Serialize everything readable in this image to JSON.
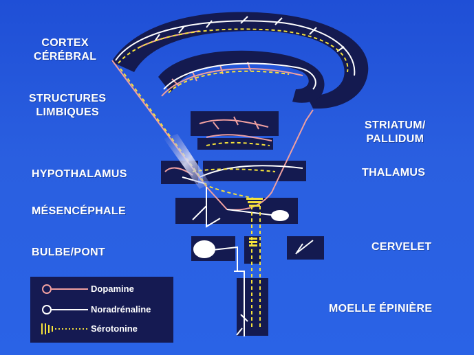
{
  "labels": {
    "cortex": "CORTEX\nCÉRÉBRAL",
    "limbic": "STRUCTURES\nLIMBIQUES",
    "hypothalamus": "HYPOTHALAMUS",
    "mesencephale": "MÉSENCÉPHALE",
    "bulbe_pont": "BULBE/PONT",
    "striatum": "STRIATUM/\nPALLIDUM",
    "thalamus": "THALAMUS",
    "cervelet": "CERVELET",
    "moelle": "MOELLE ÉPINIÈRE"
  },
  "legend": [
    {
      "name": "Dopamine",
      "color": "#f0a0a0",
      "style": "circle-line"
    },
    {
      "name": "Noradrénaline",
      "color": "#ffffff",
      "style": "circle-line"
    },
    {
      "name": "Sérotonine",
      "color": "#f5e23a",
      "style": "bars-dotted"
    }
  ],
  "colors": {
    "background": "#2a5fe0",
    "structure_fill": "#141a50",
    "dopamine": "#f0a0a0",
    "noradrenaline": "#ffffff",
    "serotonin": "#f5e23a"
  }
}
